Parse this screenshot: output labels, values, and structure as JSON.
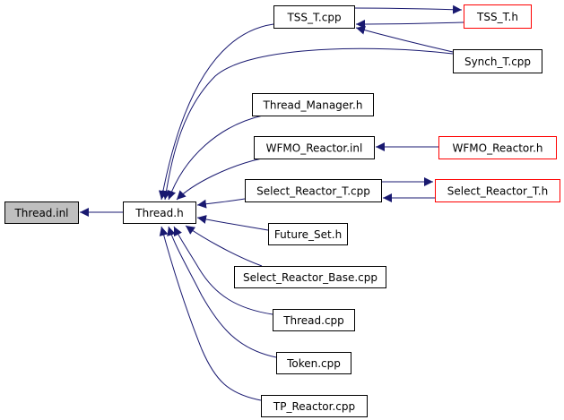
{
  "diagram": {
    "type": "include-dependency-graph",
    "colors": {
      "edge": "#191970",
      "node_border": "#000000",
      "node_border_truncated": "#ff0000",
      "focus_fill": "#bfbfbf",
      "node_fill": "#ffffff"
    },
    "nodes": [
      {
        "id": "thread_inl",
        "label": "Thread.inl",
        "style": "focus"
      },
      {
        "id": "thread_h",
        "label": "Thread.h",
        "style": "normal"
      },
      {
        "id": "tss_t_cpp",
        "label": "TSS_T.cpp",
        "style": "normal"
      },
      {
        "id": "tss_t_h",
        "label": "TSS_T.h",
        "style": "truncated"
      },
      {
        "id": "synch_t_cpp",
        "label": "Synch_T.cpp",
        "style": "normal"
      },
      {
        "id": "thread_manager_h",
        "label": "Thread_Manager.h",
        "style": "normal"
      },
      {
        "id": "wfmo_reactor_inl",
        "label": "WFMO_Reactor.inl",
        "style": "normal"
      },
      {
        "id": "wfmo_reactor_h",
        "label": "WFMO_Reactor.h",
        "style": "truncated"
      },
      {
        "id": "select_reactor_t_cpp",
        "label": "Select_Reactor_T.cpp",
        "style": "normal"
      },
      {
        "id": "select_reactor_t_h",
        "label": "Select_Reactor_T.h",
        "style": "truncated"
      },
      {
        "id": "future_set_h",
        "label": "Future_Set.h",
        "style": "normal"
      },
      {
        "id": "select_reactor_base_cpp",
        "label": "Select_Reactor_Base.cpp",
        "style": "normal"
      },
      {
        "id": "thread_cpp",
        "label": "Thread.cpp",
        "style": "normal"
      },
      {
        "id": "token_cpp",
        "label": "Token.cpp",
        "style": "normal"
      },
      {
        "id": "tp_reactor_cpp",
        "label": "TP_Reactor.cpp",
        "style": "normal"
      }
    ],
    "edges": [
      {
        "from": "thread_h",
        "to": "thread_inl"
      },
      {
        "from": "tss_t_cpp",
        "to": "thread_h"
      },
      {
        "from": "synch_t_cpp",
        "to": "thread_h"
      },
      {
        "from": "thread_manager_h",
        "to": "thread_h"
      },
      {
        "from": "wfmo_reactor_inl",
        "to": "thread_h"
      },
      {
        "from": "select_reactor_t_cpp",
        "to": "thread_h"
      },
      {
        "from": "future_set_h",
        "to": "thread_h"
      },
      {
        "from": "select_reactor_base_cpp",
        "to": "thread_h"
      },
      {
        "from": "thread_cpp",
        "to": "thread_h"
      },
      {
        "from": "token_cpp",
        "to": "thread_h"
      },
      {
        "from": "tp_reactor_cpp",
        "to": "thread_h"
      },
      {
        "from": "tss_t_cpp",
        "to": "tss_t_h"
      },
      {
        "from": "tss_t_h",
        "to": "tss_t_cpp"
      },
      {
        "from": "synch_t_cpp",
        "to": "tss_t_cpp"
      },
      {
        "from": "wfmo_reactor_h",
        "to": "wfmo_reactor_inl"
      },
      {
        "from": "select_reactor_t_cpp",
        "to": "select_reactor_t_h"
      },
      {
        "from": "select_reactor_t_h",
        "to": "select_reactor_t_cpp"
      }
    ]
  }
}
